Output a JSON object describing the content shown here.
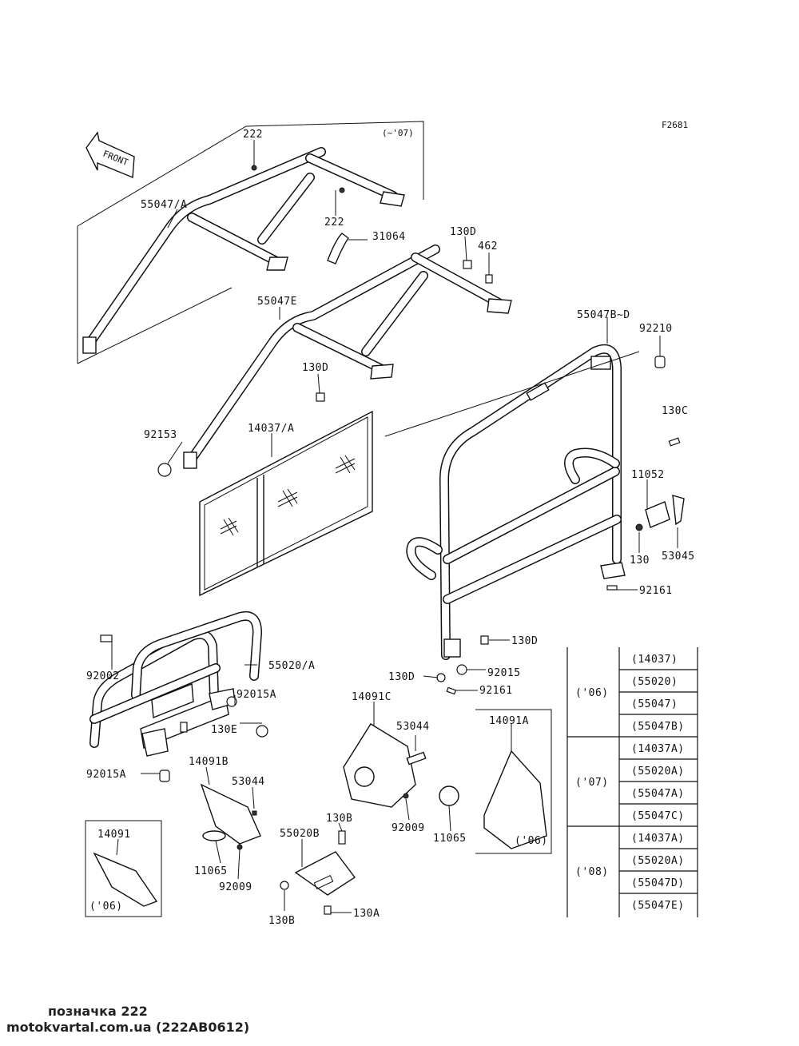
{
  "figure_id": "F2681",
  "front_label": "FRONT",
  "year_note_top": "(~'07)",
  "parts": {
    "p222a": "222",
    "p222b": "222",
    "p55047A": "55047/A",
    "p31064": "31064",
    "p130D_top": "130D",
    "p462": "462",
    "p55047E": "55047E",
    "p55047BD": "55047B~D",
    "p92210": "92210",
    "p130D_mid": "130D",
    "p130C": "130C",
    "p92153": "92153",
    "p14037A": "14037/A",
    "p11052": "11052",
    "p130": "130",
    "p53045": "53045",
    "p92161a": "92161",
    "p130D_r": "130D",
    "p92015": "92015",
    "p130D_l": "130D",
    "p92161b": "92161",
    "p92002": "92002",
    "p55020A": "55020/A",
    "p92015A_a": "92015A",
    "p130E": "130E",
    "p92015A_b": "92015A",
    "p14091C": "14091C",
    "p53044a": "53044",
    "p14091A": "14091A",
    "p14091B": "14091B",
    "p53044b": "53044",
    "p92009a": "92009",
    "p11065a": "11065",
    "p06_14091A": "('06)",
    "p130B_a": "130B",
    "p55020B": "55020B",
    "p14091": "14091",
    "p06_14091": "('06)",
    "p11065b": "11065",
    "p92009b": "92009",
    "p130B_b": "130B",
    "p130A": "130A"
  },
  "year_table": [
    {
      "year": "('06)",
      "parts": [
        "(14037)",
        "(55020)",
        "(55047)",
        "(55047B)"
      ]
    },
    {
      "year": "('07)",
      "parts": [
        "(14037A)",
        "(55020A)",
        "(55047A)",
        "(55047C)"
      ]
    },
    {
      "year": "('08)",
      "parts": [
        "(14037A)",
        "(55020A)",
        "(55047D)",
        "(55047E)"
      ]
    }
  ],
  "footer": {
    "line1": "позначка 222",
    "line2": "motokvartal.com.ua (222AB0612)"
  }
}
